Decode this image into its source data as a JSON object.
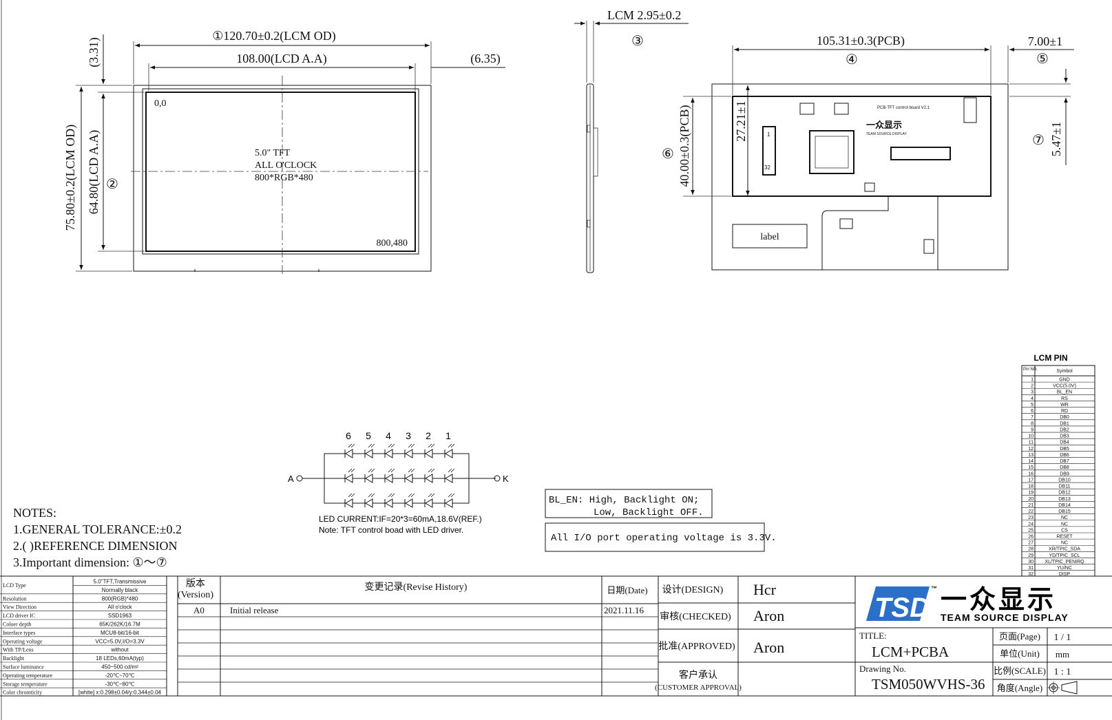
{
  "front": {
    "dim_od_w": "①120.70±0.2(LCM OD)",
    "dim_aa_w": "108.00(LCD A.A)",
    "dim_ref_left": "(3.31)",
    "dim_ref_right": "(6.35)",
    "dim_od_h": "75.80±0.2(LCM OD)",
    "dim_aa_h": "64.80(LCD A.A)",
    "marker_2": "②",
    "origin": "0,0",
    "corner": "800,480",
    "center_lines": [
      "5.0\" TFT",
      "ALL O'CLOCK",
      "800*RGB*480"
    ]
  },
  "side": {
    "dim_thickness": "LCM 2.95±0.2",
    "marker_3": "③"
  },
  "back": {
    "dim_pcb_w": "105.31±0.3(PCB)",
    "marker_4": "④",
    "dim_offset": "7.00±1",
    "marker_5": "⑤",
    "dim_pcb_h": "40.00±0.3(PCB)",
    "marker_6": "⑥",
    "dim_fpc": "27.21±1",
    "dim_small": "5.47±1",
    "marker_7": "⑦",
    "label": "label",
    "board_title": "PCB-TFT control board V2.1",
    "logo_text": "一众显示",
    "logo_sub": "TEAM SOURCE DISPLAY",
    "conn_pins": [
      "1",
      "32"
    ]
  },
  "led": {
    "numbers": [
      "6",
      "5",
      "4",
      "3",
      "2",
      "1"
    ],
    "anode": "A",
    "cathode": "K",
    "note1": "LED CURRENT:IF=20*3=60mA,18.6V(REF.)",
    "note2": "Note: TFT control boad with LED driver."
  },
  "bl_box": {
    "line1": "BL_EN:  High, Backlight ON;",
    "line2": "Low,  Backlight OFF."
  },
  "io_box": "All I/O port operating voltage is 3.3V.",
  "notes": {
    "title": "NOTES:",
    "items": [
      "1.GENERAL TOLERANCE:±0.2",
      "2.(  )REFERENCE DIMENSION",
      "3.Important dimension: ①～⑦"
    ]
  },
  "pin_table": {
    "title": "LCM PIN",
    "headers": [
      "Pin NO.",
      "Symbol"
    ],
    "pins": [
      [
        "1",
        "GND"
      ],
      [
        "2",
        "VCC(5.0V)"
      ],
      [
        "3",
        "BL_EN"
      ],
      [
        "4",
        "RS"
      ],
      [
        "5",
        "WR"
      ],
      [
        "6",
        "RD"
      ],
      [
        "7",
        "DB0"
      ],
      [
        "8",
        "DB1"
      ],
      [
        "9",
        "DB2"
      ],
      [
        "10",
        "DB3"
      ],
      [
        "11",
        "DB4"
      ],
      [
        "12",
        "DB5"
      ],
      [
        "13",
        "DB6"
      ],
      [
        "14",
        "DB7"
      ],
      [
        "15",
        "DB8"
      ],
      [
        "16",
        "DB9"
      ],
      [
        "17",
        "DB10"
      ],
      [
        "18",
        "DB11"
      ],
      [
        "19",
        "DB12"
      ],
      [
        "20",
        "DB13"
      ],
      [
        "21",
        "DB14"
      ],
      [
        "22",
        "DB15"
      ],
      [
        "23",
        "NC"
      ],
      [
        "24",
        "NC"
      ],
      [
        "25",
        "CS"
      ],
      [
        "26",
        "RESET"
      ],
      [
        "27",
        "NC"
      ],
      [
        "28",
        "XR/TPIC_SDA"
      ],
      [
        "29",
        "YD/TPIC_SCL"
      ],
      [
        "30",
        "XL/TPIC_PENIRQ"
      ],
      [
        "31",
        "YU/NC"
      ],
      [
        "32",
        "DISP"
      ]
    ]
  },
  "spec_table": [
    [
      "LCD Type",
      "5.0\"TFT,Transmissive"
    ],
    [
      "",
      "Normally black"
    ],
    [
      "Resolution",
      "800(RGB)*480"
    ],
    [
      "View Direction",
      "All o'clock"
    ],
    [
      "LCD driver IC",
      "SSD1963"
    ],
    [
      "Coloer depth",
      "65K/262K/16.7M"
    ],
    [
      "Interface types",
      "MCU8-bit/16-bit"
    ],
    [
      "Operating voltage",
      "VCC=5.0V,I/O=3.3V"
    ],
    [
      "With TP/Lens",
      "without"
    ],
    [
      "Backlight",
      "18 LEDs,60mA(typ)"
    ],
    [
      "Surface luminance",
      "450~500 cd/m²"
    ],
    [
      "Operating temperature",
      "-20℃~70℃"
    ],
    [
      "Storage temperature",
      "-30℃~80℃"
    ],
    [
      "Color chromticity",
      "[white] x:0.298±0.04/y:0.344±0.04"
    ]
  ],
  "revision": {
    "version_header": [
      "版本",
      "(Version)"
    ],
    "history_header": "变更记录(Revise History)",
    "date_header": "日期(Date)",
    "rows": [
      [
        "A0",
        "Initial release",
        "2021.11.16"
      ]
    ]
  },
  "approval": {
    "design_label": "设计(DESIGN)",
    "design_name": "Hcr",
    "checked_label": "审核(CHECKED)",
    "checked_name": "Aron",
    "approved_label": "批准(APPROVED)",
    "approved_name": "Aron",
    "customer_label": "客户承认",
    "customer_sub": "(CUSTOMER APPROVAL)"
  },
  "titleblock": {
    "logo_mark": "TSD",
    "logo_cn": "一众显示",
    "logo_en": "TEAM SOURCE DISPLAY",
    "title_label": "TITLE:",
    "title_value": "LCM+PCBA",
    "drawing_label": "Drawing No.",
    "drawing_value": "TSM050WVHS-36",
    "page_label": "页面(Page)",
    "page_value": "1 / 1",
    "unit_label": "单位(Unit)",
    "unit_value": "mm",
    "scale_label": "比例(SCALE)",
    "scale_value": "1 : 1",
    "angle_label": "角度(Angle)"
  },
  "colors": {
    "logo_blue": "#2c6fc9",
    "ink": "#111111"
  }
}
